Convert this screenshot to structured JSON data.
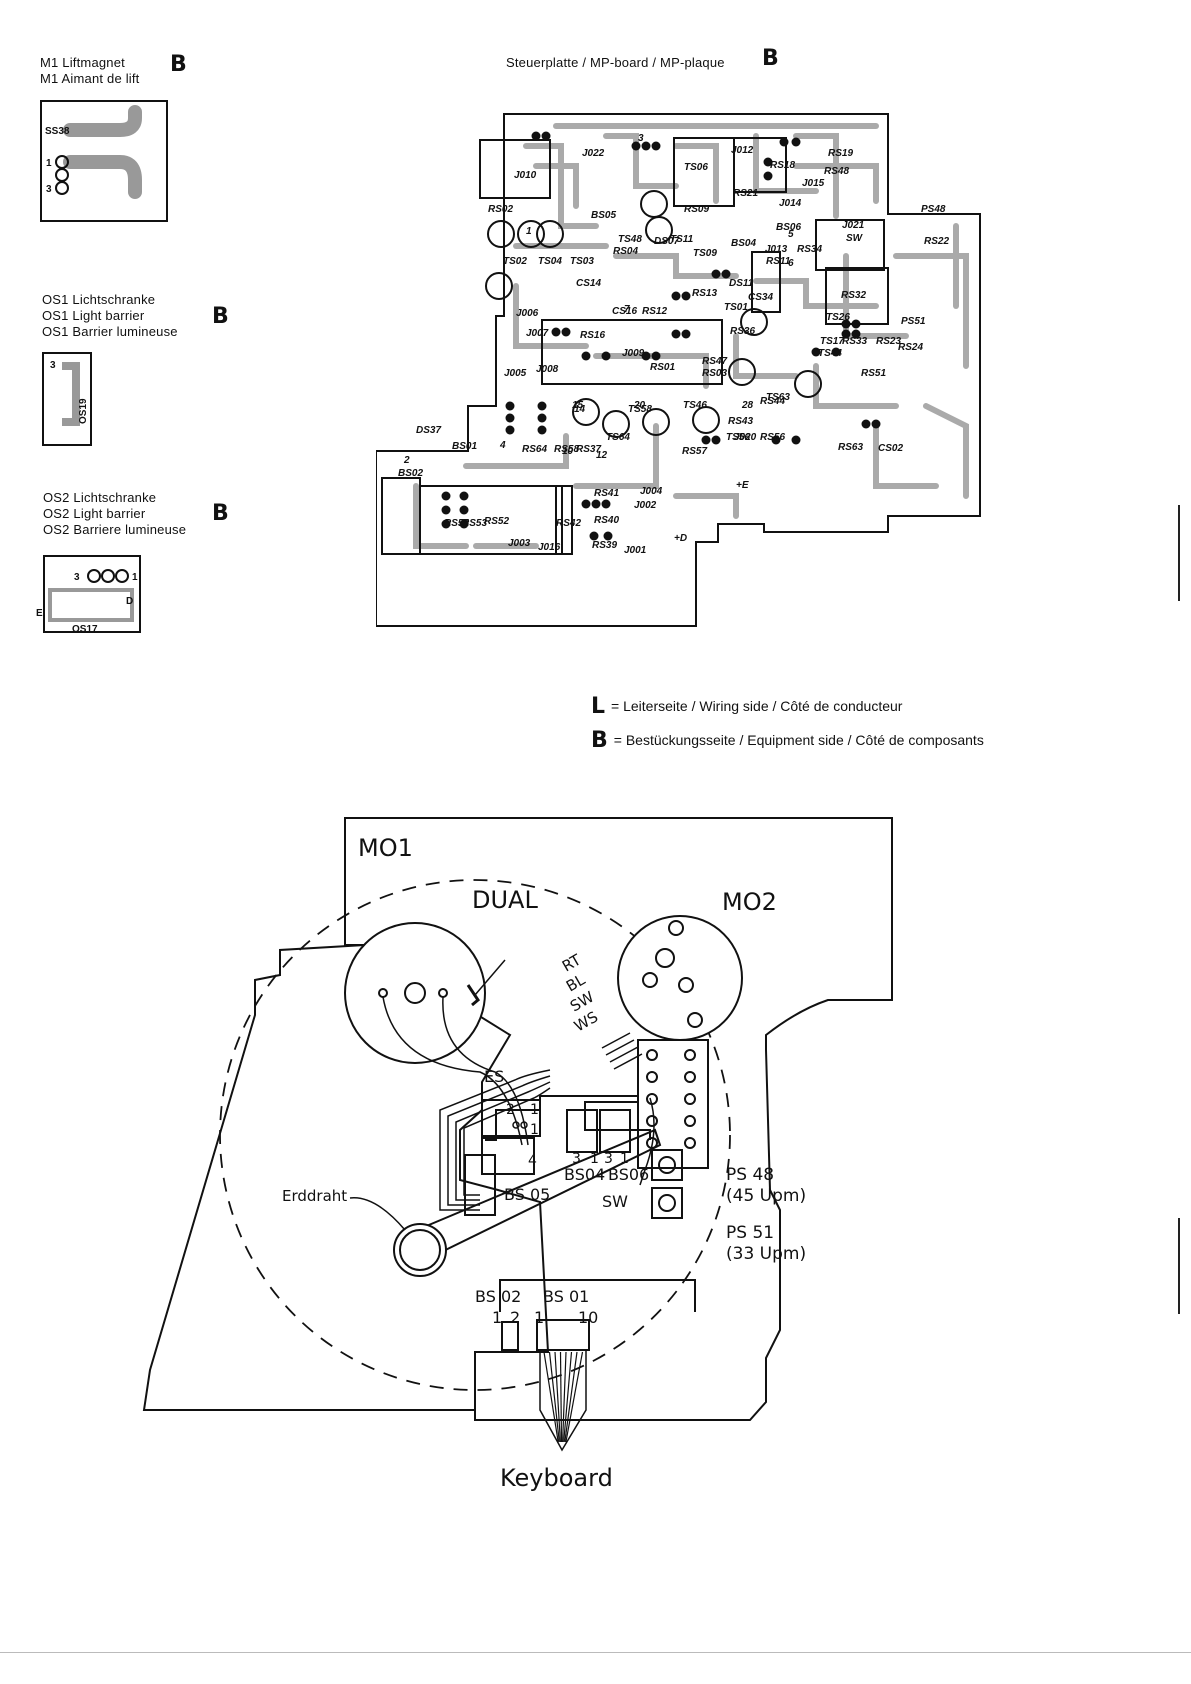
{
  "m1": {
    "title1": "M1 Liftmagnet",
    "title2": "M1 Aimant de lift",
    "side": "B",
    "pin_labels": [
      "SS38",
      "1",
      "3"
    ]
  },
  "os1": {
    "title1": "OS1 Lichtschranke",
    "title2": "OS1 Light barrier",
    "title3": "OS1 Barrier lumineuse",
    "side": "B",
    "pin_labels": [
      "3",
      "OS19"
    ]
  },
  "os2": {
    "title1": "OS2 Lichtschranke",
    "title2": "OS2 Light barrier",
    "title3": "OS2 Barriere lumineuse",
    "side": "B",
    "pin_labels": [
      "3",
      "1",
      "D",
      "E",
      "OS17"
    ]
  },
  "mp_board": {
    "title": "Steuerplatte / MP-board / MP-plaque",
    "side": "B",
    "labels": [
      "J010",
      "RS02",
      "J022",
      "BS05",
      "TS06",
      "J012",
      "RS18",
      "RS19",
      "RS48",
      "J015",
      "RS21",
      "J014",
      "RS09",
      "TS48",
      "RS04",
      "DS07",
      "TS11",
      "TS09",
      "BS04",
      "J013",
      "RS34",
      "RS11",
      "BS06",
      "J021",
      "SW",
      "PS48",
      "RS22",
      "TS02",
      "TS04",
      "TS03",
      "CS14",
      "DS11",
      "RS13",
      "CS34",
      "TS01",
      "CS16",
      "RS12",
      "J006",
      "J007",
      "RS16",
      "J009",
      "RS36",
      "RS47",
      "RS03",
      "RS01",
      "J008",
      "J005",
      "TS17",
      "TS44",
      "RS33",
      "RS23",
      "RS24",
      "PS51",
      "RS51",
      "TS26",
      "RS32",
      "DS37",
      "BS01",
      "BS02",
      "RS64",
      "RS58",
      "RS37",
      "TS64",
      "TS58",
      "TS46",
      "TS63",
      "RS44",
      "RS43",
      "TS56",
      "J020",
      "RS56",
      "RS57",
      "RS63",
      "CS02",
      "RS41",
      "J004",
      "J002",
      "RS40",
      "RS39",
      "J001",
      "RS54",
      "RS53",
      "RS52",
      "J003",
      "J016",
      "RS42",
      "14",
      "15",
      "20",
      "28",
      "10",
      "12",
      "4",
      "2",
      "1",
      "3",
      "5",
      "6",
      "7",
      "+E",
      "+D"
    ]
  },
  "legend": {
    "l_letter": "L",
    "l_text": "= Leiterseite / Wiring side / Côté de conducteur",
    "b_letter": "B",
    "b_text": "= Bestückungsseite / Equipment side / Côté de composants"
  },
  "wiring": {
    "mo1": "MO1",
    "mo2": "MO2",
    "dual": "DUAL",
    "es": "ES",
    "rt": "RT",
    "bl": "BL",
    "sw": "SW",
    "ws": "WS",
    "bs05": "BS 05",
    "bs04": "BS04",
    "bs06": "BS06",
    "sw2": "SW",
    "ps48": "PS 48",
    "ps48_rpm": "(45 Upm)",
    "ps51": "PS 51",
    "ps51_rpm": "(33 Upm)",
    "erddraht": "Erddraht",
    "bs02": "BS 02",
    "bs01": "BS 01",
    "keyboard": "Keyboard",
    "pins": {
      "p2": "2",
      "p1": "1",
      "p1b": "1",
      "p4": "4",
      "p3a": "3",
      "p1c": "1",
      "p3b": "3",
      "p1d": "1",
      "p1e": "1",
      "p2b": "2",
      "p1f": "1",
      "p10": "10"
    }
  }
}
